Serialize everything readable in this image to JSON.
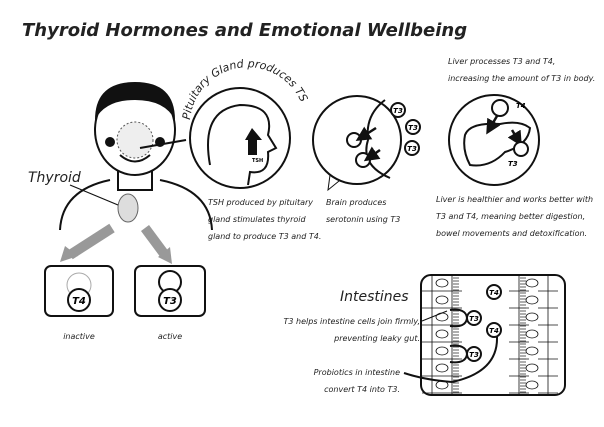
{
  "title": "Thyroid Hormones and Emotional Wellbeing",
  "labels": {
    "thyroid": "Thyroid",
    "pituitary": "Pituitary Gland produces TSH",
    "tsh": "TSH",
    "t3": "T3",
    "t4": "T4",
    "inactive": "inactive",
    "active": "active",
    "intestines": "Intestines"
  },
  "captions": {
    "tsh": [
      "TSH produced by pituitary",
      "gland stimulates thyroid",
      "gland to produce T3 and T4."
    ],
    "brain": [
      "Brain produces",
      "serotonin using T3"
    ],
    "liver_top": [
      "Liver processes T3 and T4,",
      "increasing the amount of T3 in body."
    ],
    "liver_bottom": [
      "Liver is healthier and works better with",
      "T3 and T4, meaning better digestion,",
      "bowel movements and detoxification."
    ],
    "intestine_cells": [
      "T3 helps intestine cells join firmly,",
      "preventing leaky gut."
    ],
    "probiotics": [
      "Probiotics in intestine",
      "convert T4 into T3."
    ]
  }
}
